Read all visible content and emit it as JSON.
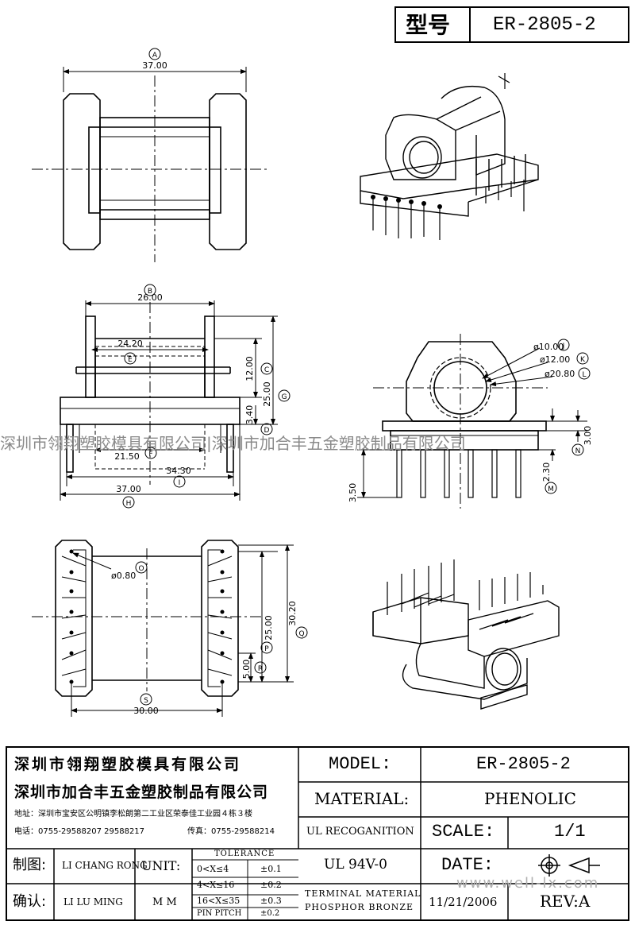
{
  "header": {
    "type_label": "型号",
    "model_code": "ER-2805-2"
  },
  "watermark": {
    "text": "深圳市翎翔塑胶模具有限公司|深圳市加合丰五金塑胶制品有限公司",
    "site": "www.well-lx.com"
  },
  "view1": {
    "label_a": "A",
    "dim_a": "37.00"
  },
  "view2": {
    "label_b": "B",
    "dim_b": "26.00",
    "dim_e": "24.20",
    "label_e": "E",
    "dim_c": "12.00",
    "label_c": "C",
    "dim_g": "25.00",
    "label_g": "G",
    "dim_d": "3.40",
    "label_d": "D",
    "dim_f": "21.50",
    "label_f": "F",
    "dim_i": "34.30",
    "label_i": "I",
    "dim_h": "37.00",
    "label_h": "H"
  },
  "view3": {
    "dia_j": "ø10.00",
    "label_j": "J",
    "dia_k": "ø12.00",
    "label_k": "K",
    "dia_l": "ø20.80",
    "label_l": "L",
    "dim_n": "3.00",
    "label_n": "N",
    "dim_m": "2.30",
    "label_m": "M",
    "dim_pin": "3.50"
  },
  "view4": {
    "dia_o": "ø0.80",
    "label_o": "O",
    "dim_p": "25.00",
    "label_p": "P",
    "dim_q": "30.20",
    "label_q": "Q",
    "dim_r": "5.00",
    "label_r": "R",
    "dim_s": "30.00",
    "label_s": "S"
  },
  "title_block": {
    "company1": "深圳市翎翔塑胶模具有限公司",
    "company2": "深圳市加合丰五金塑胶制品有限公司",
    "address": "地址：深圳市宝安区公明镇李松朗第二工业区荣泰佳工业园４栋３楼",
    "phone": "电话：0755-29588207  29588217",
    "fax": "传真：0755-29588214",
    "model_label": "MODEL:",
    "model_value": "ER-2805-2",
    "material_label": "MATERIAL:",
    "material_value": "PHENOLIC",
    "ul_label": "UL RECOGANITION",
    "scale_label": "SCALE:",
    "scale_value": "1/1",
    "ul_value": "UL 94V-0",
    "date_label": "DATE:",
    "terminal_label": "TERMINAL MATERIAL",
    "terminal_value": "PHOSPHOR  BRONZE",
    "date_value": "11/21/2006",
    "rev_label": "REV:A",
    "drawn_label": "制图:",
    "drawn_name": "LI CHANG RONG",
    "check_label": "确认:",
    "check_name": "LI LU MING",
    "unit_label": "UNIT:",
    "unit_value": "M M",
    "tolerance_label": "TOLERANCE",
    "tol": [
      {
        "range": "0<X≤4",
        "value": "±0.1"
      },
      {
        "range": "4<X≤16",
        "value": "±0.2"
      },
      {
        "range": "16<X≤35",
        "value": "±0.3"
      },
      {
        "range": "PIN PITCH",
        "value": "±0.2"
      }
    ]
  }
}
